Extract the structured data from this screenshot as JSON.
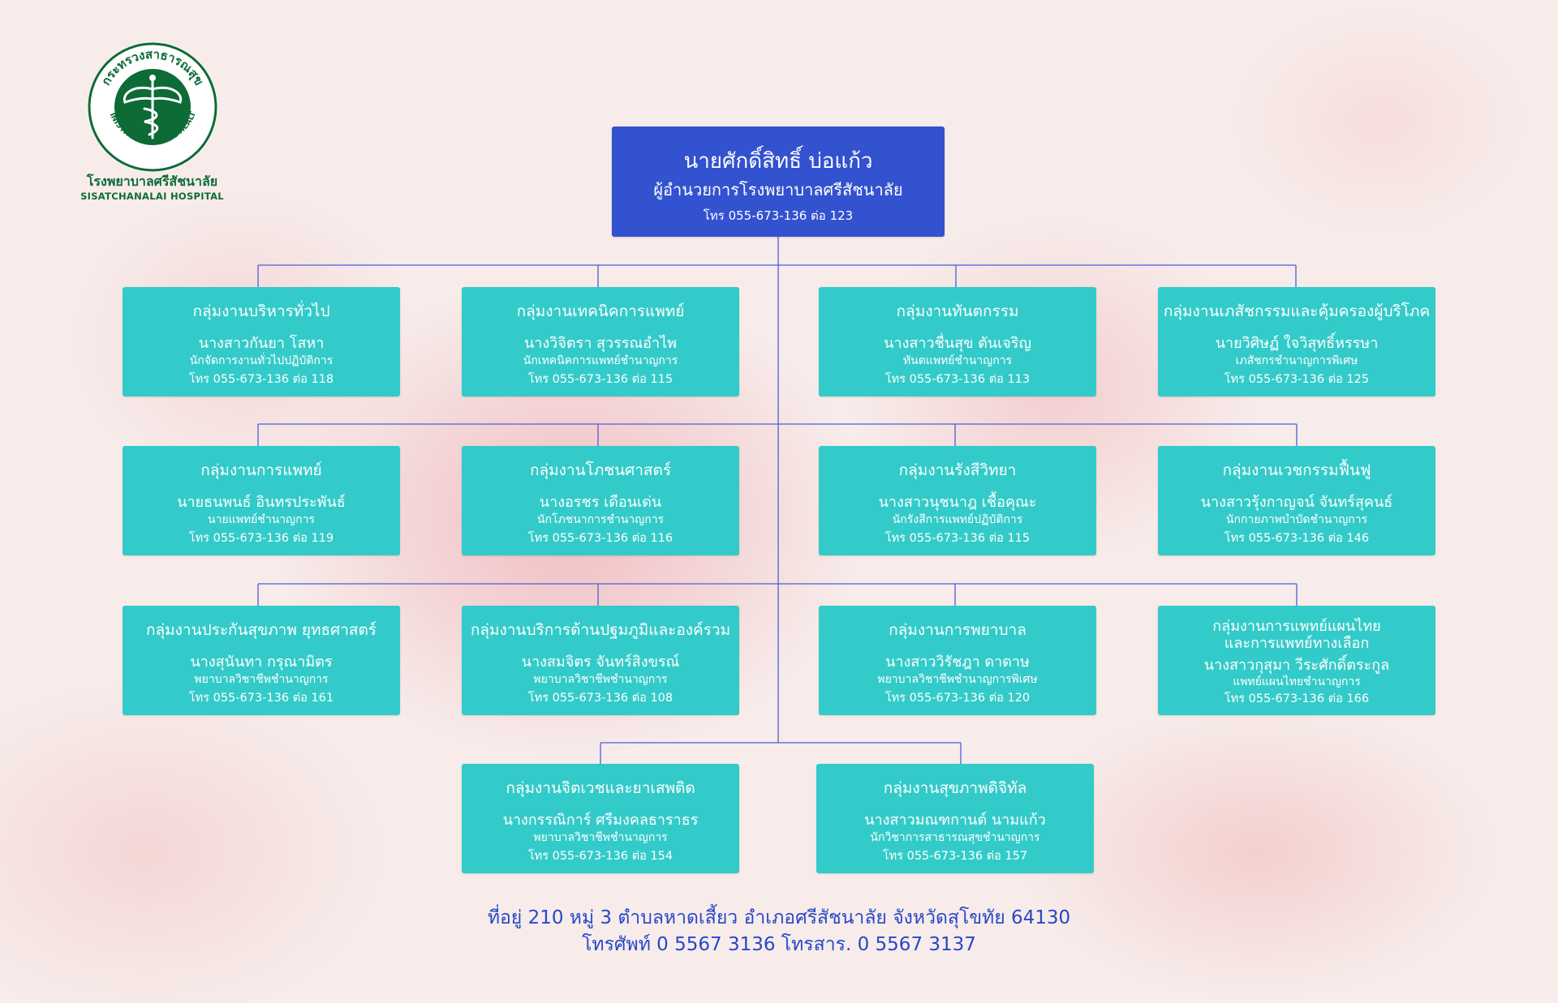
{
  "logo": {
    "ring_text": "กระทรวงสาธารณสุข",
    "ring_text_en": "MINISTRY OF PUBLIC HEALTH",
    "hospital_th": "โรงพยาบาลศรีสัชนาลัย",
    "hospital_en": "SISATCHANALAI HOSPITAL"
  },
  "director": {
    "name": "นายศักดิ์สิทธิ์   บ่อแก้ว",
    "role": "ผู้อำนวยการโรงพยาบาลศรีสัชนาลัย",
    "tel": "โทร 055-673-136 ต่อ 123"
  },
  "rows": [
    [
      {
        "title": "กลุ่มงานบริหารทั่วไป",
        "person": "นางสาวกันยา โสหา",
        "position": "นักจัดการงานทั่วไปปฏิบัติการ",
        "tel": "โทร 055-673-136  ต่อ 118"
      },
      {
        "title": "กลุ่มงานเทคนิคการแพทย์",
        "person": "นางวิจิตรา สุวรรณอำไพ",
        "position": "นักเทคนิคการแพทย์ชำนาญการ",
        "tel": "โทร 055-673-136 ต่อ 115"
      },
      {
        "title": "กลุ่มงานทันตกรรม",
        "person": "นางสาวชื่นสุข   ตันเจริญ",
        "position": "ทันตแพทย์ชำนาญการ",
        "tel": "โทร 055-673-136 ต่อ 113"
      },
      {
        "title": "กลุ่มงานเภสัชกรรมและคุ้มครองผู้บริโภค",
        "person": "นายวิศิษฏ์   ใจวิสุทธิ์หรรษา",
        "position": "เภสัชกรชำนาญการพิเศษ",
        "tel": "โทร 055-673-136 ต่อ 125"
      }
    ],
    [
      {
        "title": "กลุ่มงานการแพทย์",
        "person": "นายธนพนธ์   อินทรประพันธ์",
        "position": "นายแพทย์ชำนาญการ",
        "tel": "โทร 055-673-136   ต่อ 119"
      },
      {
        "title": "กลุ่มงานโภชนศาสตร์",
        "person": "นางอรชร เดือนเด่น",
        "position": "นักโภชนาการชำนาญการ",
        "tel": "โทร 055-673-136   ต่อ 116"
      },
      {
        "title": "กลุ่มงานรังสีวิทยา",
        "person": "นางสาวนุชนาฎ เชื้อคุณะ",
        "position": "นักรังสีการแพทย์ปฏิบัติการ",
        "tel": "โทร 055-673-136   ต่อ 115"
      },
      {
        "title": "กลุ่มงานเวชกรรมฟื้นฟู",
        "person": "นางสาวรุ้งกาญจน์ จันทร์สุคนธ์",
        "position": "นักกายภาพบำบัดชำนาญการ",
        "tel": "โทร 055-673-136   ต่อ 146"
      }
    ],
    [
      {
        "title": "กลุ่มงานประกันสุขภาพ ยุทธศาสตร์",
        "person": "นางสุนันทา กรุณามิตร",
        "position": "พยาบาลวิชาชีพชำนาญการ",
        "tel": "โทร 055-673-136   ต่อ 161"
      },
      {
        "title": "กลุ่มงานบริการด้านปฐมภูมิและองค์รวม",
        "person": "นางสมจิตร จันทร์สิงขรณ์",
        "position": "พยาบาลวิชาชีพชำนาญการ",
        "tel": "โทร 055-673-136   ต่อ 108"
      },
      {
        "title": "กลุ่มงานการพยาบาล",
        "person": "นางสาววิรัชฎา ดาดาษ",
        "position": "พยาบาลวิชาชีพชำนาญการพิเศษ",
        "tel": "โทร 055-673-136   ต่อ 120"
      },
      {
        "title1": "กลุ่มงานการแพทย์แผนไทย",
        "title2": "และการแพทย์ทางเลือก",
        "person": "นางสาวกุสุมา วีระศักดิ์ตระกูล",
        "position": "แพทย์แผนไทยชำนาญการ",
        "tel": "โทร 055-673-136   ต่อ 166"
      }
    ],
    [
      {
        "title": "กลุ่มงานจิตเวชและยาเสพติด",
        "person": "นางกรรณิการ์   ศรีมงคลธาราธร",
        "position": "พยาบาลวิชาชีพชำนาญการ",
        "tel": "โทร 055-673-136   ต่อ 154"
      },
      {
        "title": "กลุ่มงานสุขภาพดิจิทัล",
        "person": "นางสาวมณฑกานต์   นามแก้ว",
        "position": "นักวิชาการสาธารณสุขชำนาญการ",
        "tel": "โทร 055-673-136   ต่อ 157"
      }
    ]
  ],
  "footer": {
    "address": "ที่อยู่ 210 หมู่ 3 ตำบลหาดเสี้ยว  อำเภอศรีสัชนาลัย  จังหวัดสุโขทัย 64130",
    "phone": "โทรศัพท์  0 5567 3136     โทรสาร. 0 5567 3137"
  },
  "colors": {
    "director_box": "#3352cf",
    "unit_box": "#33cbc9",
    "connector": "#4a5fd6",
    "footer_text": "#2747c9",
    "logo_green": "#0d6b35"
  }
}
